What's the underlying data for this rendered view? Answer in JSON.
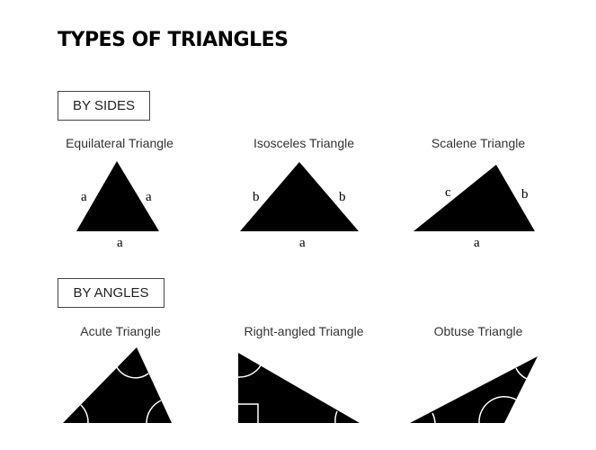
{
  "title": "TYPES OF TRIANGLES",
  "sections": [
    {
      "label": "BY SIDES",
      "items": [
        {
          "name": "Equilateral Triangle",
          "side_labels": [
            "a",
            "a",
            "a"
          ]
        },
        {
          "name": "Isosceles Triangle",
          "side_labels": [
            "b",
            "b",
            "a"
          ]
        },
        {
          "name": "Scalene Triangle",
          "side_labels": [
            "c",
            "b",
            "a"
          ]
        }
      ]
    },
    {
      "label": "BY ANGLES",
      "items": [
        {
          "name": "Acute Triangle"
        },
        {
          "name": "Right-angled Triangle"
        },
        {
          "name": "Obtuse Triangle"
        }
      ]
    }
  ],
  "colors": {
    "fill": "#000000",
    "background": "#ffffff",
    "arc": "#ffffff"
  }
}
